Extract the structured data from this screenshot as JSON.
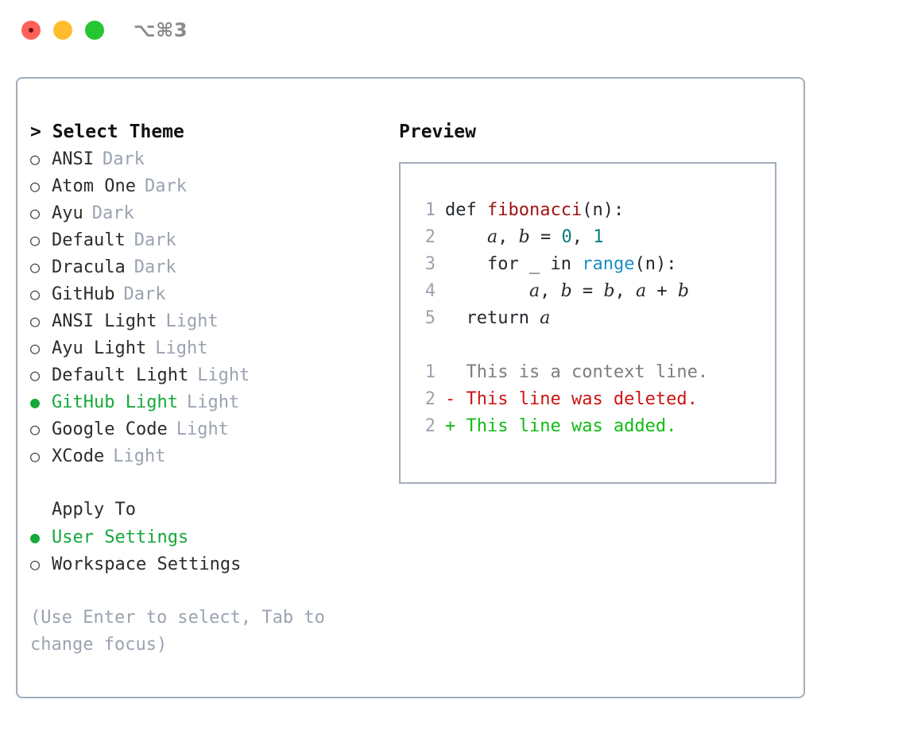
{
  "titlebar": {
    "shortcut": "⌥⌘3",
    "buttons": [
      {
        "name": "close",
        "color": "#ff6159"
      },
      {
        "name": "minimize",
        "color": "#ffbd2e"
      },
      {
        "name": "maximize",
        "color": "#25c533"
      }
    ]
  },
  "theme_picker": {
    "heading": "> Select Theme",
    "selected_marker": "●",
    "unselected_marker": "○",
    "items": [
      {
        "marker": "○",
        "label": "ANSI",
        "tag": "Dark",
        "selected": false
      },
      {
        "marker": "○",
        "label": "Atom One",
        "tag": "Dark",
        "selected": false
      },
      {
        "marker": "○",
        "label": "Ayu",
        "tag": "Dark",
        "selected": false
      },
      {
        "marker": "○",
        "label": "Default",
        "tag": "Dark",
        "selected": false
      },
      {
        "marker": "○",
        "label": "Dracula",
        "tag": "Dark",
        "selected": false
      },
      {
        "marker": "○",
        "label": "GitHub",
        "tag": "Dark",
        "selected": false
      },
      {
        "marker": "○",
        "label": "ANSI Light",
        "tag": "Light",
        "selected": false
      },
      {
        "marker": "○",
        "label": "Ayu Light",
        "tag": "Light",
        "selected": false
      },
      {
        "marker": "○",
        "label": "Default Light",
        "tag": "Light",
        "selected": false
      },
      {
        "marker": "●",
        "label": "GitHub Light",
        "tag": "Light",
        "selected": true
      },
      {
        "marker": "○",
        "label": "Google Code",
        "tag": "Light",
        "selected": false
      },
      {
        "marker": "○",
        "label": "XCode",
        "tag": "Light",
        "selected": false
      }
    ]
  },
  "apply_to": {
    "heading": "Apply To",
    "items": [
      {
        "marker": "●",
        "label": "User Settings",
        "selected": true
      },
      {
        "marker": "○",
        "label": "Workspace Settings",
        "selected": false
      }
    ]
  },
  "hint": "(Use Enter to select, Tab to change focus)",
  "preview": {
    "heading": "Preview",
    "code_lines": [
      {
        "num": "1",
        "indent": "",
        "tokens": [
          {
            "t": "def ",
            "c": "tok-kw"
          },
          {
            "t": "fibonacci",
            "c": "tok-fn"
          },
          {
            "t": "(n):",
            "c": "tok-punc"
          }
        ]
      },
      {
        "num": "2",
        "indent": "    ",
        "tokens": [
          {
            "t": "a",
            "c": "tok-var"
          },
          {
            "t": ", ",
            "c": "tok-punc"
          },
          {
            "t": "b",
            "c": "tok-var"
          },
          {
            "t": " = ",
            "c": "tok-punc"
          },
          {
            "t": "0",
            "c": "tok-num"
          },
          {
            "t": ", ",
            "c": "tok-punc"
          },
          {
            "t": "1",
            "c": "tok-num"
          }
        ]
      },
      {
        "num": "3",
        "indent": "    ",
        "tokens": [
          {
            "t": "for ",
            "c": "tok-kw"
          },
          {
            "t": "_ ",
            "c": "tok-punc"
          },
          {
            "t": "in ",
            "c": "tok-kw"
          },
          {
            "t": "range",
            "c": "tok-call"
          },
          {
            "t": "(n):",
            "c": "tok-punc"
          }
        ]
      },
      {
        "num": "4",
        "indent": "        ",
        "tokens": [
          {
            "t": "a",
            "c": "tok-var"
          },
          {
            "t": ", ",
            "c": "tok-punc"
          },
          {
            "t": "b",
            "c": "tok-var"
          },
          {
            "t": " = ",
            "c": "tok-punc"
          },
          {
            "t": "b",
            "c": "tok-var"
          },
          {
            "t": ", ",
            "c": "tok-punc"
          },
          {
            "t": "a",
            "c": "tok-var"
          },
          {
            "t": " + ",
            "c": "tok-punc"
          },
          {
            "t": "b",
            "c": "tok-var"
          }
        ]
      },
      {
        "num": "5",
        "indent": "  ",
        "tokens": [
          {
            "t": "return ",
            "c": "tok-kw"
          },
          {
            "t": "a",
            "c": "tok-var"
          }
        ]
      }
    ],
    "diff_lines": [
      {
        "num": "1",
        "sign": "  ",
        "text": "This is a context line.",
        "kind": "diff-ctx"
      },
      {
        "num": "2",
        "sign": "- ",
        "text": "This line was deleted.",
        "kind": "diff-del"
      },
      {
        "num": "2",
        "sign": "+ ",
        "text": "This line was added.",
        "kind": "diff-add"
      }
    ]
  },
  "colors": {
    "accent_green": "#15a83a",
    "muted_gray": "#9aa3b0",
    "border": "#a3adbb",
    "syntax_function": "#9e1414",
    "syntax_number": "#0d7a7a",
    "syntax_call": "#1a8ec4",
    "diff_added": "#12bb12",
    "diff_deleted": "#cc1414",
    "diff_context": "#7d7d7d"
  }
}
